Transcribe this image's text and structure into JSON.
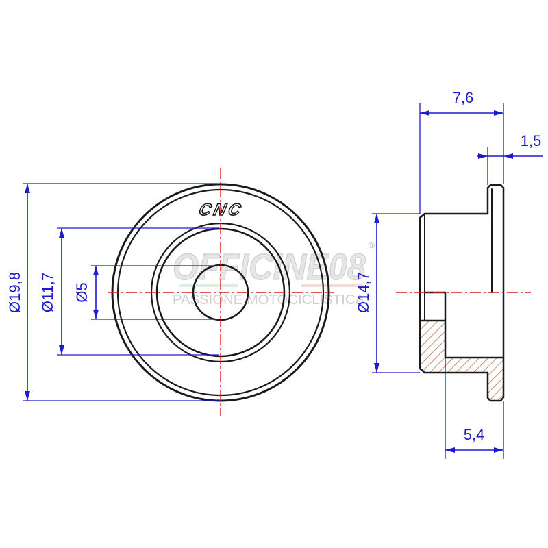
{
  "drawing": {
    "logo": "CNC",
    "watermark": {
      "brand": "OFFICINE08",
      "registered": "®",
      "tagline": "PASSIONE MOTOCICLISTICA"
    },
    "front_view": {
      "dimensions": {
        "outer": "Ø19,8",
        "middle": "Ø11,7",
        "hole": "Ø5"
      }
    },
    "side_view": {
      "dimensions": {
        "diameter": "Ø14,7",
        "top_overall": "7,6",
        "top_small": "1,5",
        "bottom": "5,4"
      }
    }
  },
  "colors": {
    "dimension": "#1c1ccf",
    "outline": "#1a1a1a",
    "centerline": "#e01818",
    "hatch": "#b5582f",
    "watermark": "#c8c8c8"
  }
}
